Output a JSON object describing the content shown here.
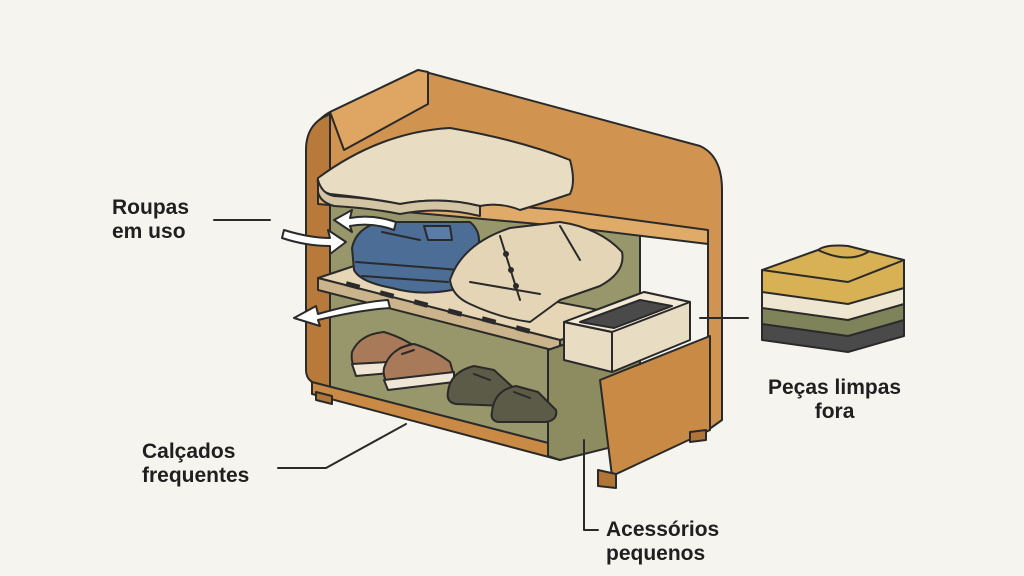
{
  "labels": {
    "roupas_em_uso": [
      "Roupas",
      "em uso"
    ],
    "calcados_frequentes": [
      "Calçados",
      "frequentes"
    ],
    "acessorios_pequenos": [
      "Acessórios",
      "pequenos"
    ],
    "pecas_limpas_fora": [
      "Peças limpas",
      "fora"
    ]
  },
  "colors": {
    "background": "#f6f4ef",
    "wood": "#c98a45",
    "wood_light": "#dca461",
    "wood_dark": "#b07537",
    "interior": "#9c9a6e",
    "cushion": "#e8dcc2",
    "ink": "#2a2a2a",
    "jeans": "#4b6d96",
    "shirt": "#e3d5b6",
    "stack": [
      "#d9b155",
      "#efe6d2",
      "#7f835a",
      "#4a4a4a"
    ]
  },
  "icons": [
    "jeans-icon",
    "shirt-icon",
    "sneakers-icon",
    "shoes-icon",
    "folded-clothes-stack-icon",
    "accessory-box-icon"
  ]
}
